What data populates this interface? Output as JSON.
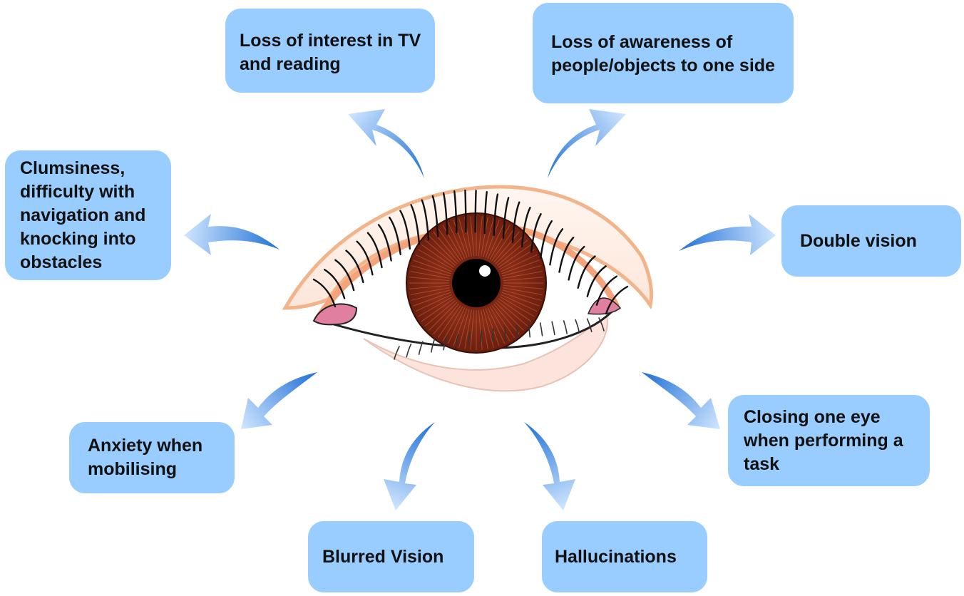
{
  "symptoms": {
    "loss_of_interest": "Loss of interest in TV and reading",
    "loss_of_awareness": "Loss of awareness of people/objects to one side",
    "clumsiness": "Clumsiness, difficulty with navigation and knocking into obstacles",
    "double_vision": "Double vision",
    "closing_one_eye": "Closing one eye when performing a task",
    "anxiety": "Anxiety when mobilising",
    "blurred_vision": "Blurred Vision",
    "hallucinations": "Hallucinations"
  },
  "colors": {
    "box_fill": "#99ccff",
    "arrow_dark": "#1f6fd6",
    "arrow_light": "#cfe6ff",
    "iris": "#7a2412",
    "eyelid_outline": "#f2b48a",
    "caruncle": "#e07fa0"
  },
  "icons": {
    "center": "eye-illustration",
    "connectors": "curved-arrow-icon"
  }
}
